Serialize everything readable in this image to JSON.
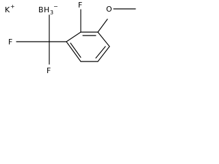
{
  "molecule": {
    "counter_ion": {
      "symbol": "K",
      "charge": "+"
    },
    "boron_group": {
      "symbol": "B",
      "hydrogens": "H",
      "count": "3",
      "charge": "−"
    },
    "ring_fluorine": "F",
    "methoxy_oxygen": "O",
    "cf2_fluorine_left": "F",
    "cf2_fluorine_bottom": "F"
  }
}
